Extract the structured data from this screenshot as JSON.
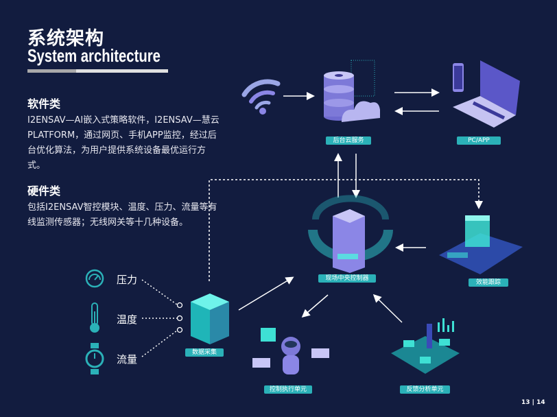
{
  "header": {
    "title_cn": "系统架构",
    "title_en": "System architecture"
  },
  "software": {
    "heading": "软件类",
    "body": "I2ENSAV—AI嵌入式策略软件，I2ENSAV—慧云PLATFORM，通过网页、手机APP监控，经过后台优化算法，为用户提供系统设备最优运行方式。"
  },
  "hardware": {
    "heading": "硬件类",
    "body": "包括I2ENSAV智控模块、温度、压力、流量等有线监测传感器；无线网关等十几种设备。"
  },
  "sensors": [
    {
      "label": "压力",
      "icon": "gauge-icon"
    },
    {
      "label": "温度",
      "icon": "thermometer-icon"
    },
    {
      "label": "流量",
      "icon": "flow-meter-icon"
    }
  ],
  "nodes": {
    "cloud": "后台云服务",
    "pc": "PC/APP",
    "controller": "现场中央控制器",
    "efficiency": "效能跟踪",
    "data": "数据采集",
    "control_unit": "控制执行单元",
    "feedback": "反馈分析单元"
  },
  "page": "13 | 14",
  "colors": {
    "background": "#121c3f",
    "accent": "#2bb1b8",
    "purple": "#8b86e6"
  }
}
